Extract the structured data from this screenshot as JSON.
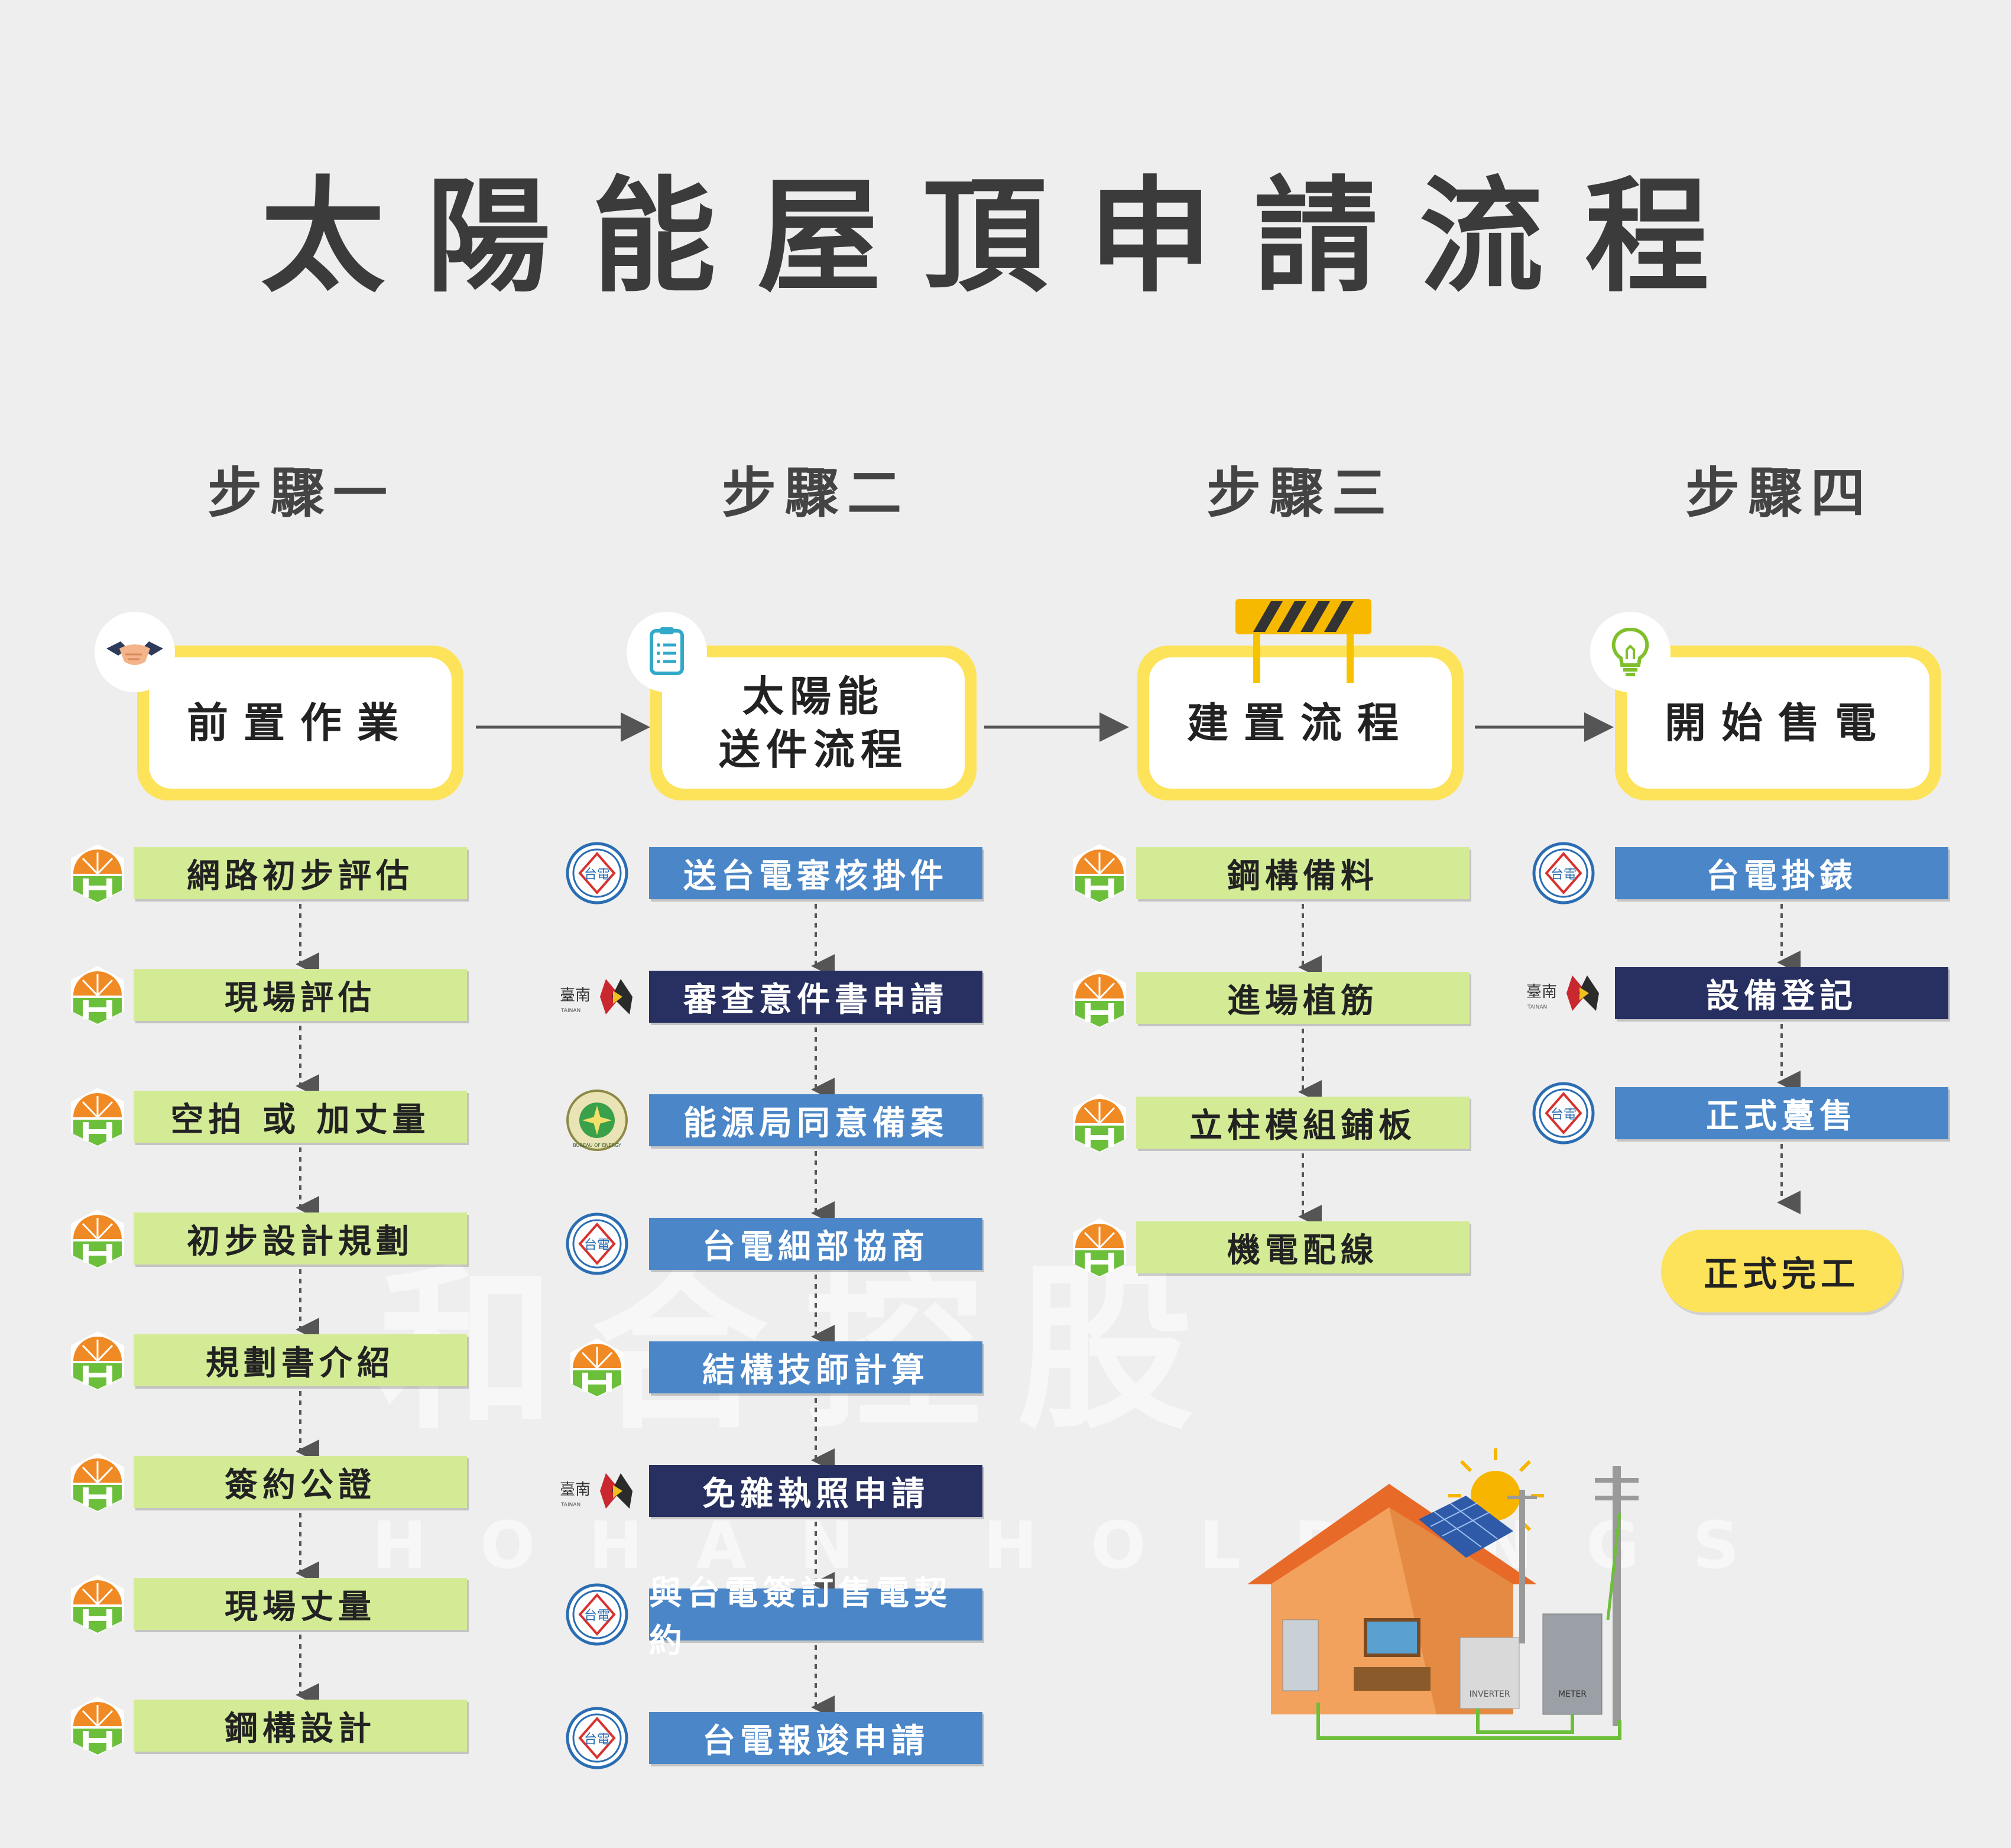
{
  "title": "太陽能屋頂申請流程",
  "watermark": {
    "cn": "和合控股",
    "en": "HOHAN HOLDINGS"
  },
  "steps": [
    {
      "label": "步驟一",
      "header": "前置作業",
      "icon": "handshake-icon",
      "items": [
        {
          "text": "網路初步評估",
          "logo": "hohan-logo"
        },
        {
          "text": "現場評估",
          "logo": "hohan-logo"
        },
        {
          "text": "空拍 或 加丈量",
          "logo": "hohan-logo"
        },
        {
          "text": "初步設計規劃",
          "logo": "hohan-logo"
        },
        {
          "text": "規劃書介紹",
          "logo": "hohan-logo"
        },
        {
          "text": "簽約公證",
          "logo": "hohan-logo"
        },
        {
          "text": "現場丈量",
          "logo": "hohan-logo"
        },
        {
          "text": "鋼構設計",
          "logo": "hohan-logo"
        }
      ]
    },
    {
      "label": "步驟二",
      "header_line1": "太陽能",
      "header_line2": "送件流程",
      "icon": "clipboard-icon",
      "items": [
        {
          "text": "送台電審核掛件",
          "logo": "taipower-logo"
        },
        {
          "text": "審查意件書申請",
          "logo": "tainan-logo"
        },
        {
          "text": "能源局同意備案",
          "logo": "energy-bureau-logo"
        },
        {
          "text": "台電細部協商",
          "logo": "taipower-logo"
        },
        {
          "text": "結構技師計算",
          "logo": "hohan-logo"
        },
        {
          "text": "免雜執照申請",
          "logo": "tainan-logo"
        },
        {
          "text": "與台電簽訂售電契約",
          "logo": "taipower-logo"
        },
        {
          "text": "台電報竣申請",
          "logo": "taipower-logo"
        }
      ]
    },
    {
      "label": "步驟三",
      "header": "建置流程",
      "icon": "barrier-icon",
      "items": [
        {
          "text": "鋼構備料",
          "logo": "hohan-logo"
        },
        {
          "text": "進場植筋",
          "logo": "hohan-logo"
        },
        {
          "text": "立柱模組鋪板",
          "logo": "hohan-logo"
        },
        {
          "text": "機電配線",
          "logo": "hohan-logo"
        }
      ]
    },
    {
      "label": "步驟四",
      "header": "開始售電",
      "icon": "lightbulb-icon",
      "items": [
        {
          "text": "台電掛錶",
          "logo": "taipower-logo"
        },
        {
          "text": "設備登記",
          "logo": "tainan-logo"
        },
        {
          "text": "正式躉售",
          "logo": "taipower-logo"
        }
      ],
      "final": "正式完工"
    }
  ],
  "logo_text": {
    "tainan": "臺南",
    "tainan_en": "TAINAN",
    "energy_en": "BUREAU OF ENERGY",
    "taipower": "台電"
  },
  "house": {
    "inverter_label": "INVERTER",
    "meter_label": "METER"
  },
  "colors": {
    "header_border": "#fde35a",
    "green_box": "#d4eb96",
    "blue_box": "#4a86c8",
    "navy_box": "#273060",
    "hohan_orange": "#f08a24",
    "hohan_green": "#6cbf3a",
    "background": "#eeeeee"
  }
}
